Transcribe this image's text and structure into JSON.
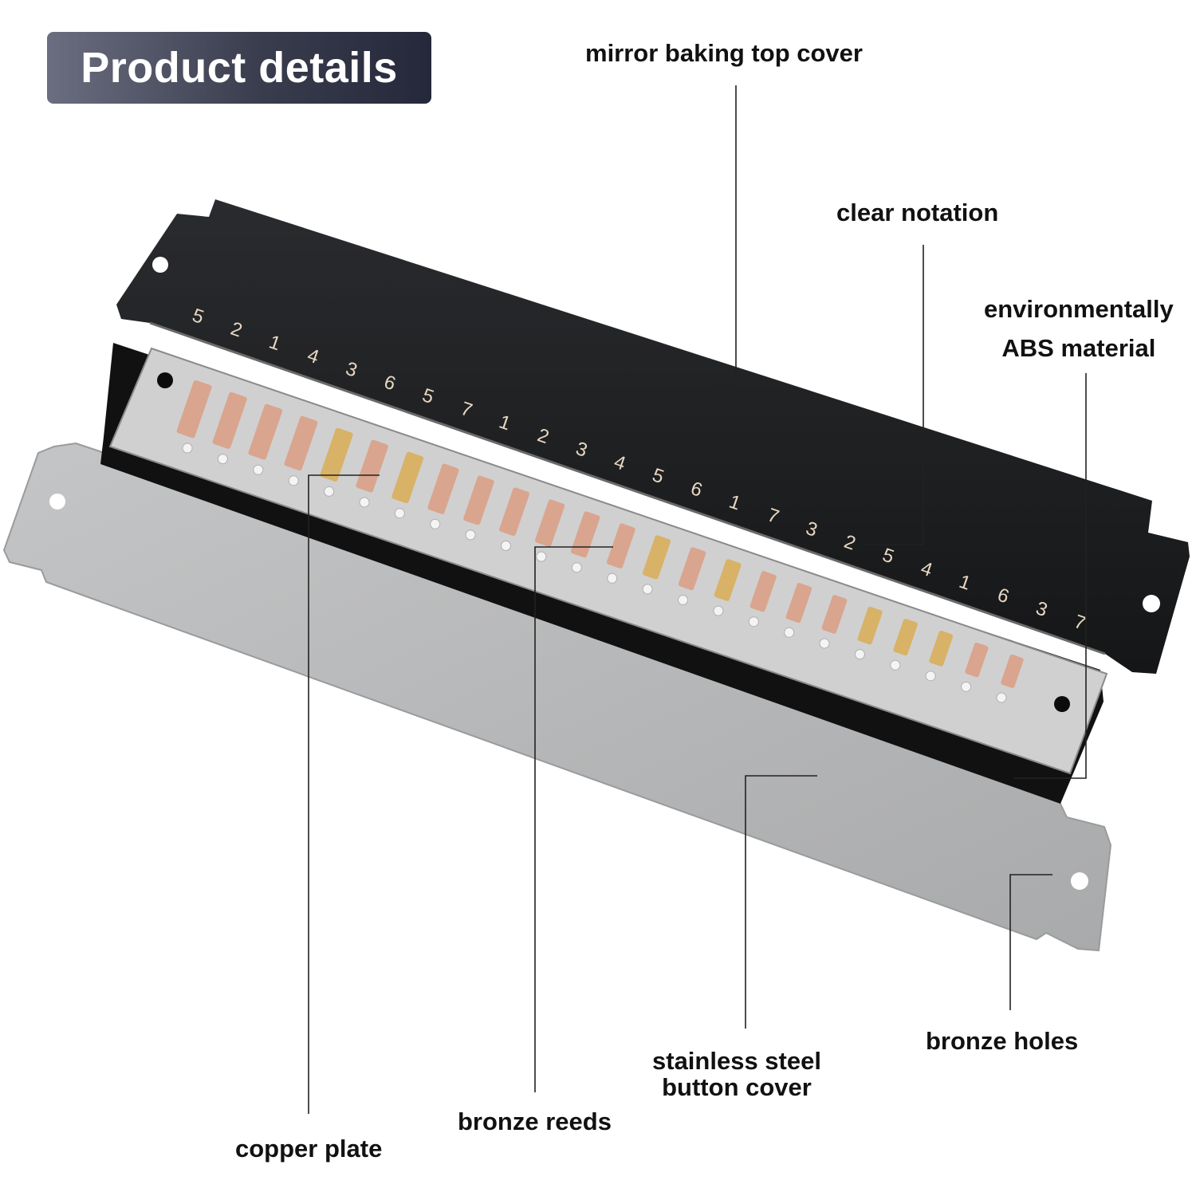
{
  "header": {
    "title": "Product details"
  },
  "notation": [
    "5",
    "2",
    "1",
    "4",
    "3",
    "6",
    "5",
    "7",
    "1",
    "2",
    "3",
    "4",
    "5",
    "6",
    "1",
    "7",
    "3",
    "2",
    "5",
    "4",
    "1",
    "6",
    "3",
    "7"
  ],
  "callouts": {
    "top_cover": "mirror baking top cover",
    "notation": "clear notation",
    "material_line1": "environmentally",
    "material_line2": "ABS material",
    "bronze_holes": "bronze holes",
    "button_cover_line1": "stainless steel",
    "button_cover_line2": "button cover",
    "bronze_reeds": "bronze reeds",
    "copper_plate": "copper plate"
  },
  "colors": {
    "cover": "#1f2022",
    "reed_copper": "#d9a58f",
    "reed_bronze": "#d8b266",
    "plate": "#cfcfcf",
    "steel": "#b9babb"
  }
}
